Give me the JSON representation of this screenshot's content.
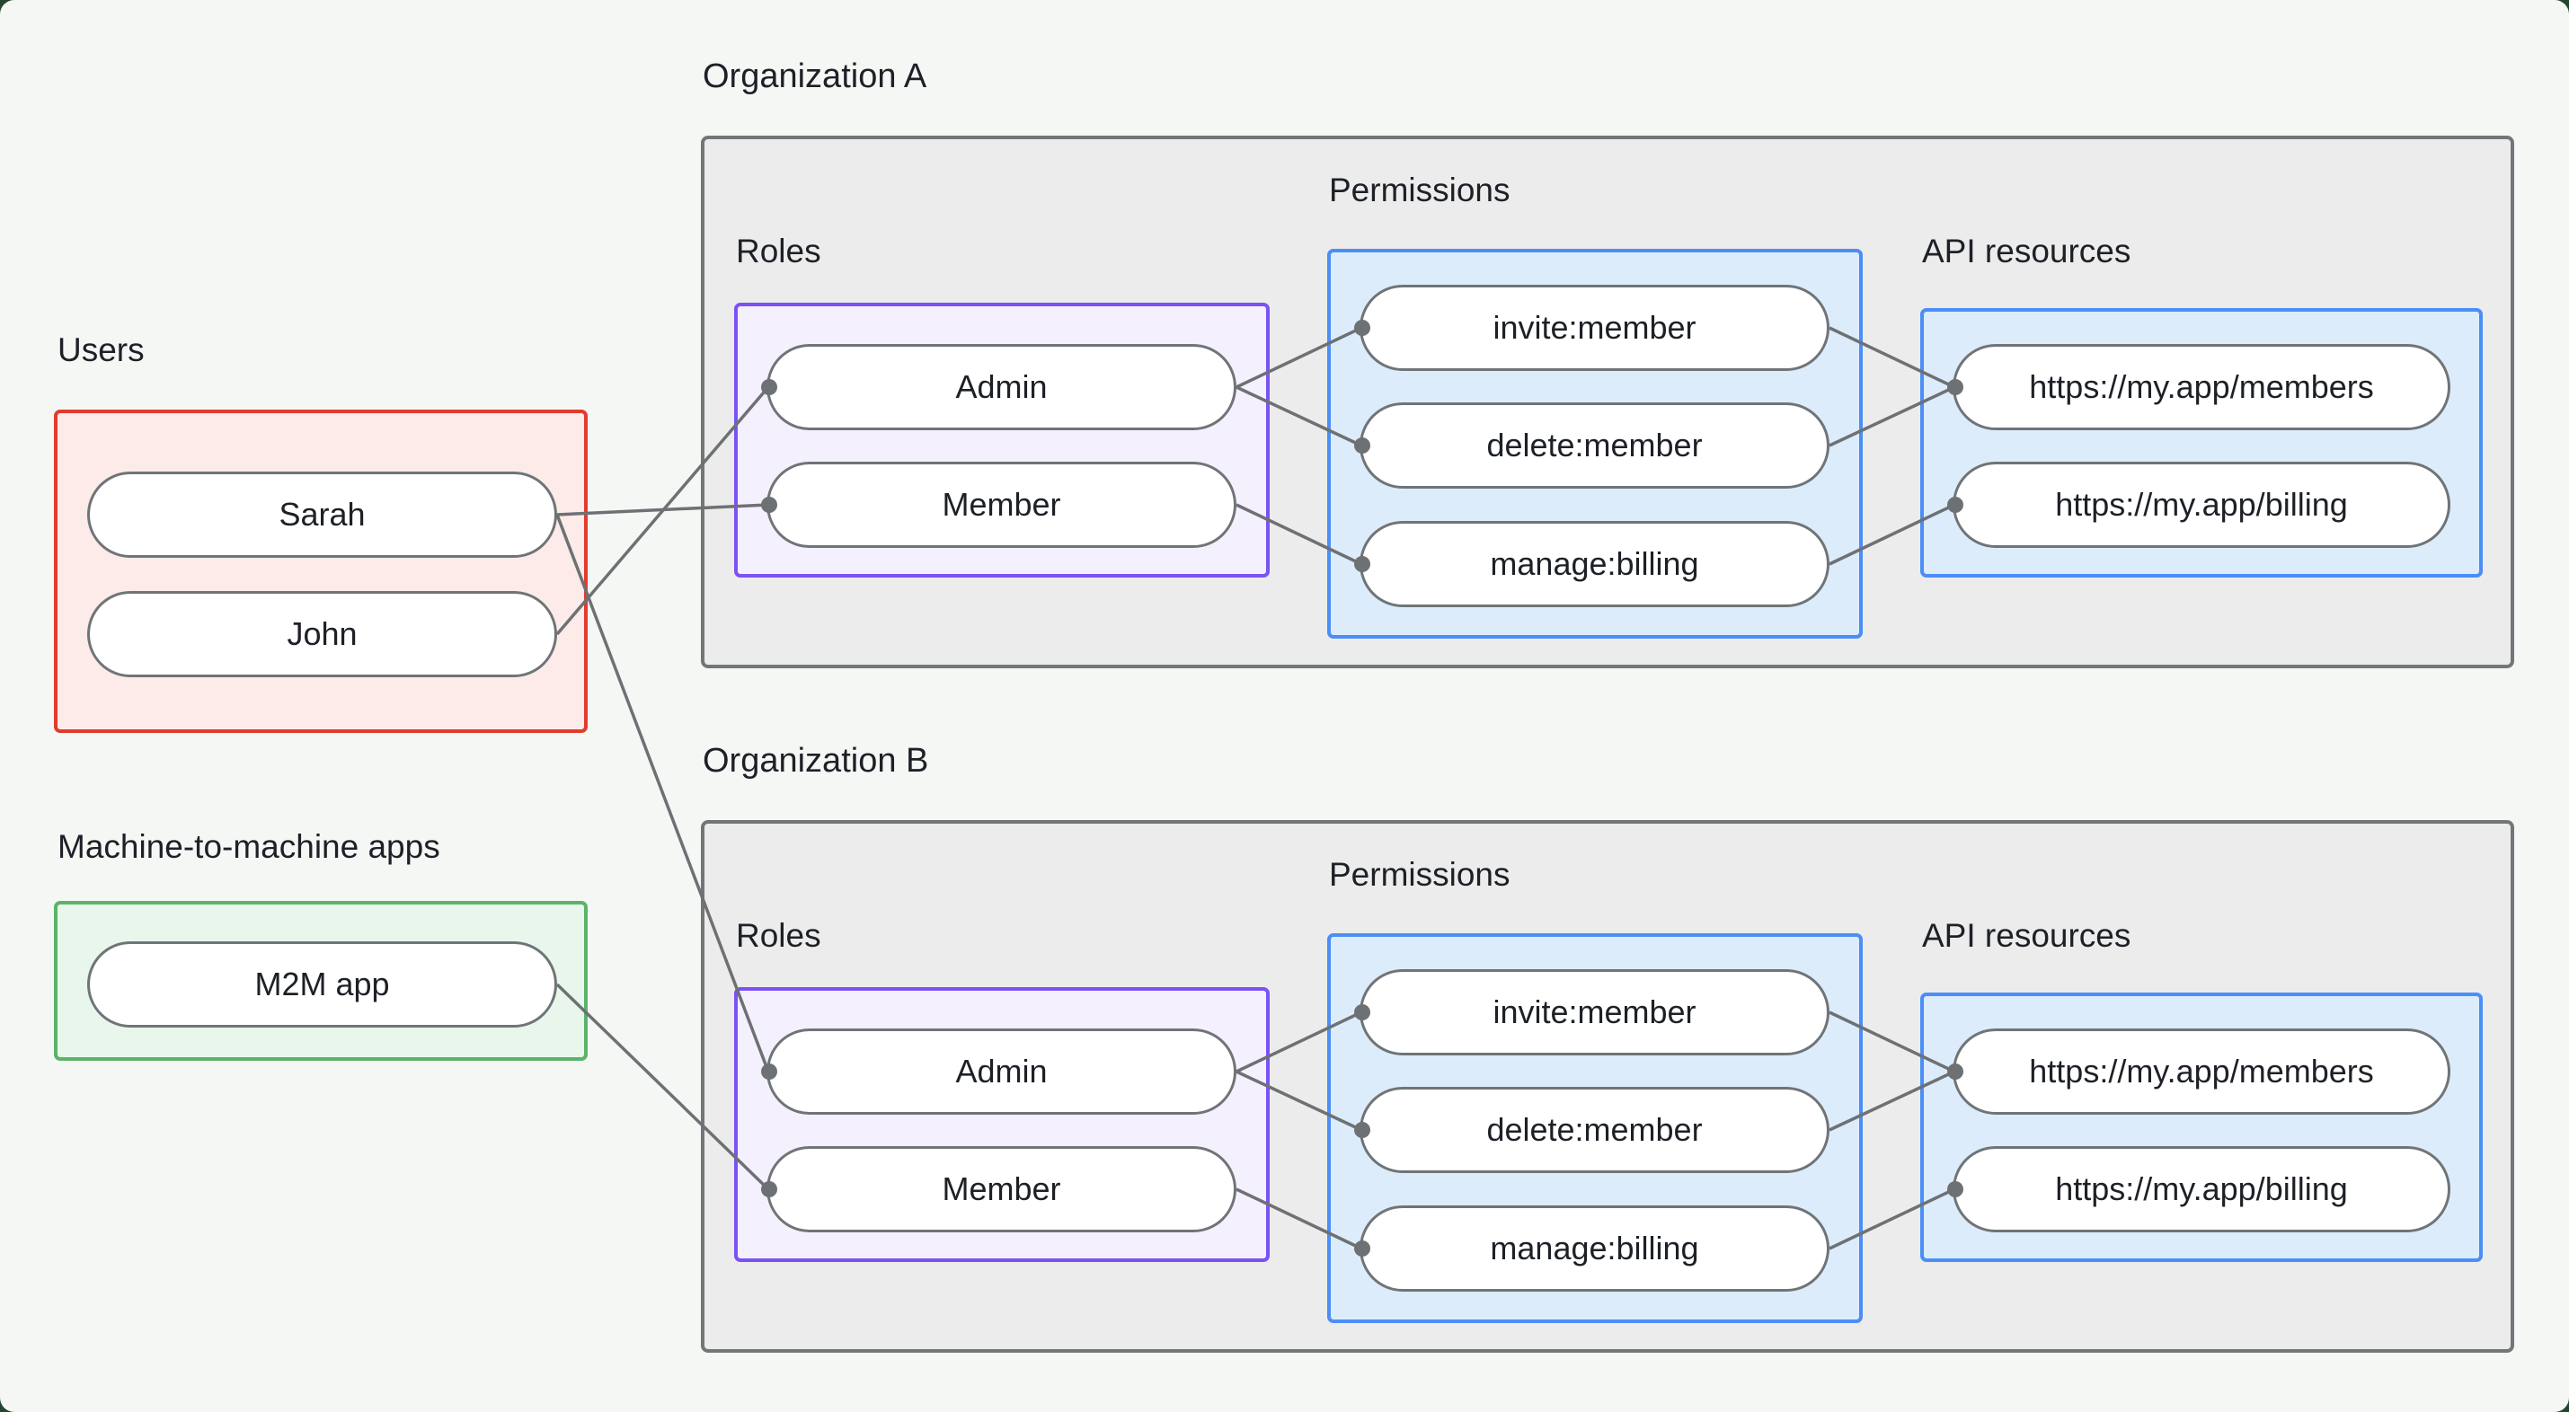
{
  "page": {
    "background_color": "#f5f7f5",
    "backdrop_corner_color": "#26452f",
    "description": "Authorization diagram linking users and machine-to-machine apps to roles, permissions and API resources inside two organizations"
  },
  "users_section": {
    "label": "Users",
    "border_color": "#e23b2e",
    "fill_color": "#fcebe9",
    "items": [
      "Sarah",
      "John"
    ]
  },
  "m2m_section": {
    "label": "Machine-to-machine apps",
    "border_color": "#5bb36a",
    "fill_color": "#e9f6ec",
    "items": [
      "M2M app"
    ]
  },
  "organizations": [
    {
      "title": "Organization A",
      "roles": {
        "label": "Roles",
        "border_color": "#7a52f6",
        "fill_color": "#f5f0fe",
        "items": [
          "Admin",
          "Member"
        ]
      },
      "permissions": {
        "label": "Permissions",
        "border_color": "#4b8ef6",
        "fill_color": "#ddecfb",
        "items": [
          "invite:member",
          "delete:member",
          "manage:billing"
        ]
      },
      "api_resources": {
        "label": "API resources",
        "border_color": "#4b8ef6",
        "fill_color": "#ddecfb",
        "items": [
          "https://my.app/members",
          "https://my.app/billing"
        ]
      }
    },
    {
      "title": "Organization B",
      "roles": {
        "label": "Roles",
        "border_color": "#7a52f6",
        "fill_color": "#f5f0fe",
        "items": [
          "Admin",
          "Member"
        ]
      },
      "permissions": {
        "label": "Permissions",
        "border_color": "#4b8ef6",
        "fill_color": "#ddecfb",
        "items": [
          "invite:member",
          "delete:member",
          "manage:billing"
        ]
      },
      "api_resources": {
        "label": "API resources",
        "border_color": "#4b8ef6",
        "fill_color": "#ddecfb",
        "items": [
          "https://my.app/members",
          "https://my.app/billing"
        ]
      }
    }
  ],
  "edges": {
    "line_color": "#6d7174",
    "connections": [
      {
        "from": "Sarah",
        "to": "Organization A / Member"
      },
      {
        "from": "John",
        "to": "Organization A / Admin"
      },
      {
        "from": "Sarah",
        "to": "Organization B / Admin"
      },
      {
        "from": "M2M app",
        "to": "Organization B / Member"
      },
      {
        "from": "Organization A / Admin",
        "to": "Organization A / invite:member"
      },
      {
        "from": "Organization A / Admin",
        "to": "Organization A / delete:member"
      },
      {
        "from": "Organization A / Member",
        "to": "Organization A / manage:billing"
      },
      {
        "from": "Organization A / invite:member",
        "to": "Organization A / https://my.app/members"
      },
      {
        "from": "Organization A / delete:member",
        "to": "Organization A / https://my.app/members"
      },
      {
        "from": "Organization A / manage:billing",
        "to": "Organization A / https://my.app/billing"
      },
      {
        "from": "Organization B / Admin",
        "to": "Organization B / invite:member"
      },
      {
        "from": "Organization B / Admin",
        "to": "Organization B / delete:member"
      },
      {
        "from": "Organization B / Member",
        "to": "Organization B / manage:billing"
      },
      {
        "from": "Organization B / invite:member",
        "to": "Organization B / https://my.app/members"
      },
      {
        "from": "Organization B / delete:member",
        "to": "Organization B / https://my.app/members"
      },
      {
        "from": "Organization B / manage:billing",
        "to": "Organization B / https://my.app/billing"
      }
    ]
  }
}
